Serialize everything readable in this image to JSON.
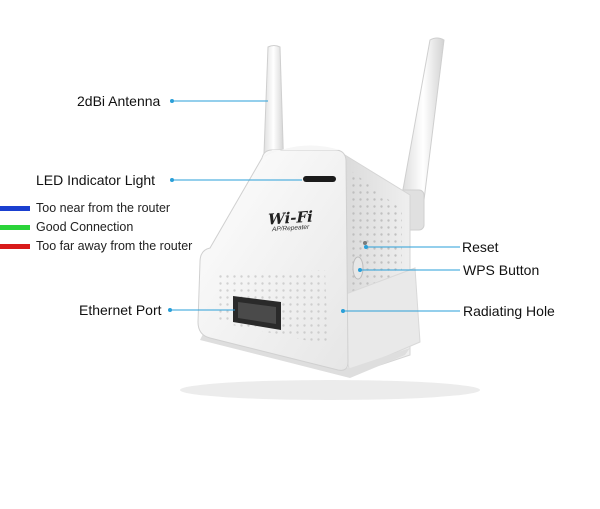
{
  "callouts": {
    "antenna": "2dBi Antenna",
    "led": "LED Indicator Light",
    "ethernet": "Ethernet Port",
    "reset": "Reset",
    "wps": "WPS Button",
    "radiating": "Radiating Hole"
  },
  "legend": [
    {
      "text": "Too near from the router",
      "color": "#1a3fd0"
    },
    {
      "text": "Good Connection",
      "color": "#2bd43a"
    },
    {
      "text": "Too far away from the router",
      "color": "#d81a1a"
    }
  ],
  "device": {
    "logo": "Wi-Fi",
    "model": "AP/Repeater"
  },
  "colors": {
    "leader_line": "#2a9fd8",
    "device_body": "#f4f4f4"
  }
}
